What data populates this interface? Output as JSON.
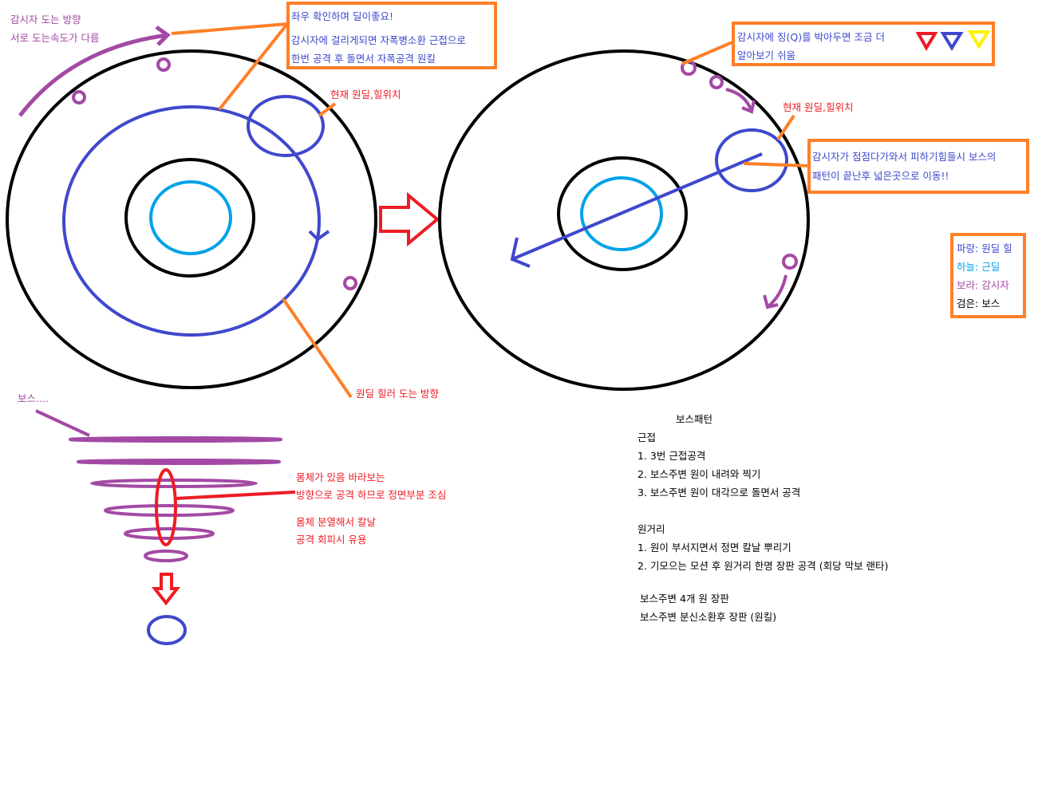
{
  "colors": {
    "boss": "#000000",
    "ranged": "#3f48cc",
    "melee": "#00a2e8",
    "watcher": "#a349a4",
    "note": "#ff7f27",
    "warn": "#ed1c24",
    "marker_yellow": "#fff200"
  },
  "left": {
    "watcher_dir": "감시자 도는 방향",
    "speed_diff": "서로 도는속도가 다름",
    "box_lines": [
      "좌우 확인하며 딜이좋요!",
      "감시자에 걸리게되면 자폭병소환 근접으로",
      "한번 공격 후 돌면서 자폭공격 원킬"
    ],
    "current_pos": "현재 원딜,힐위치",
    "ranged_dir": "원딜 힐러 도는 방향"
  },
  "right": {
    "box1_lines": [
      "감시자에 징(Q)를 박아두면 조금 더",
      "알아보기 쉬움"
    ],
    "current_pos": "현재 원딜,힐위치",
    "box2_lines": [
      "감시자가 점점다가와서 피하기힘들시 보스의",
      "패턴이 끝난후 넓은곳으로 이동!!"
    ]
  },
  "legend": [
    {
      "key": "파랑:",
      "val": "원딜 힐"
    },
    {
      "key": "하늘:",
      "val": "근딜"
    },
    {
      "key": "보라:",
      "val": "감시자"
    },
    {
      "key": "검은:",
      "val": "보스"
    }
  ],
  "boss": {
    "label": "보스....",
    "note1": [
      "몸체가 있음 바라보는",
      "방향으로 공격 하므로 정면부분 조심"
    ],
    "note2": [
      "몸체 분열해서 칼날",
      "공격 회피시 유용"
    ]
  },
  "patterns": {
    "title": "보스패턴",
    "melee_title": "근접",
    "melee": [
      "1. 3번 근접공격",
      "2. 보스주변 원이 내려와 찍기",
      "3. 보스주변 원이 대각으로 돌면서 공격"
    ],
    "ranged_title": "원거리",
    "ranged": [
      "1. 원이 부서지면서 정면 칼날 뿌리기",
      "2. 기모으는 모션 후 원거리 한명 장판 공격 (회당 막보 랜타)"
    ],
    "extra": [
      "보스주변 4개 원 장판",
      "보스주변 분신소환후 장판 (원킬)"
    ]
  }
}
